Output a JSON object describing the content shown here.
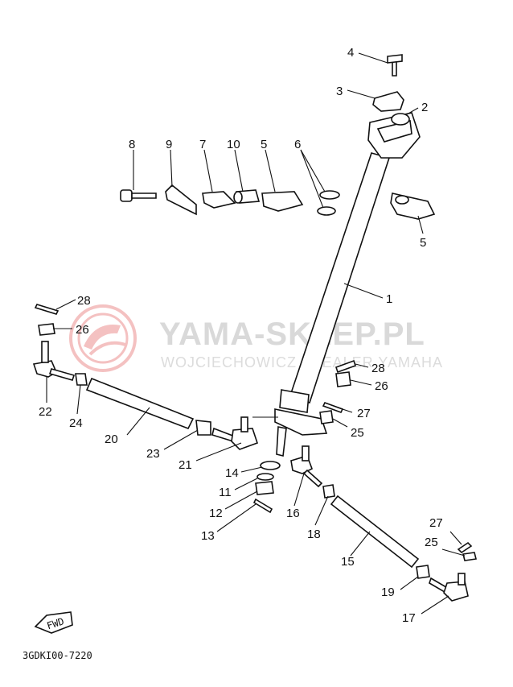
{
  "watermark": {
    "brand": "YAMA-SKLEP.PL",
    "subtitle": "WOJCIECHOWICZ | DEALER YAMAHA",
    "logo_color": "#e05050"
  },
  "diagram_code": "3GDKI00-7220",
  "fwd_label": "FWD",
  "callouts": {
    "n4": "4",
    "n3": "3",
    "n2": "2",
    "n8": "8",
    "n9": "9",
    "n7": "7",
    "n10": "10",
    "n5a": "5",
    "n6": "6",
    "n5b": "5",
    "n1": "1",
    "n28a": "28",
    "n26a": "26",
    "n22": "22",
    "n24": "24",
    "n20": "20",
    "n23": "23",
    "n21": "21",
    "n28b": "28",
    "n26b": "26",
    "n27a": "27",
    "n25a": "25",
    "n14": "14",
    "n11": "11",
    "n12": "12",
    "n13": "13",
    "n16": "16",
    "n18": "18",
    "n15": "15",
    "n27b": "27",
    "n25b": "25",
    "n19": "19",
    "n17": "17"
  }
}
